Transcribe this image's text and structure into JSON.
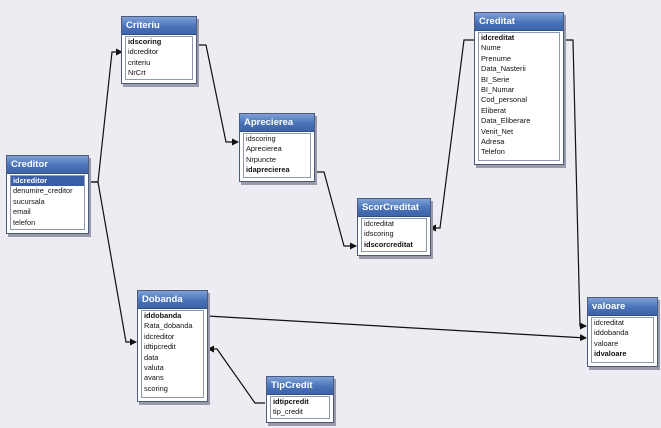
{
  "diagram": {
    "tables": [
      {
        "id": "criteriu",
        "title": "Criteriu",
        "fields": [
          {
            "name": "idscoring",
            "key": true
          },
          {
            "name": "idcreditor"
          },
          {
            "name": "criteriu"
          },
          {
            "name": "NrCrt"
          }
        ]
      },
      {
        "id": "creditat",
        "title": "Creditat",
        "fields": [
          {
            "name": "idcreditat",
            "key": true
          },
          {
            "name": "Nume"
          },
          {
            "name": "Prenume"
          },
          {
            "name": "Data_Nasterii"
          },
          {
            "name": "BI_Serie"
          },
          {
            "name": "BI_Numar"
          },
          {
            "name": "Cod_personal"
          },
          {
            "name": "Eliberat"
          },
          {
            "name": "Data_Eliberare"
          },
          {
            "name": "Venit_Net"
          },
          {
            "name": "Adresa"
          },
          {
            "name": "Telefon"
          }
        ]
      },
      {
        "id": "aprecierea",
        "title": "Aprecierea",
        "fields": [
          {
            "name": "idscoring"
          },
          {
            "name": "Aprecierea"
          },
          {
            "name": "Nrpuncte"
          },
          {
            "name": "idaprecierea",
            "key": true
          }
        ]
      },
      {
        "id": "creditor",
        "title": "Creditor",
        "fields": [
          {
            "name": "idcreditor",
            "key": true,
            "selected": true
          },
          {
            "name": "denumire_creditor"
          },
          {
            "name": "sucursala"
          },
          {
            "name": "email"
          },
          {
            "name": "telefon"
          }
        ]
      },
      {
        "id": "scorcreditat",
        "title": "ScorCreditat",
        "fields": [
          {
            "name": "idcreditat"
          },
          {
            "name": "idscoring"
          },
          {
            "name": "idscorcreditat",
            "key": true
          }
        ]
      },
      {
        "id": "dobanda",
        "title": "Dobanda",
        "fields": [
          {
            "name": "iddobanda",
            "key": true
          },
          {
            "name": "Rata_dobanda"
          },
          {
            "name": "idcreditor"
          },
          {
            "name": "idtipcredit"
          },
          {
            "name": "data"
          },
          {
            "name": "valuta"
          },
          {
            "name": "avans"
          },
          {
            "name": "scoring"
          }
        ]
      },
      {
        "id": "valoare",
        "title": "valoare",
        "fields": [
          {
            "name": "idcreditat"
          },
          {
            "name": "iddobanda"
          },
          {
            "name": "valoare"
          },
          {
            "name": "idvaloare",
            "key": true
          }
        ]
      },
      {
        "id": "tipcredit",
        "title": "TipCredit",
        "fields": [
          {
            "name": "idtipcredit",
            "key": true
          },
          {
            "name": "tip_credit"
          }
        ]
      }
    ]
  }
}
